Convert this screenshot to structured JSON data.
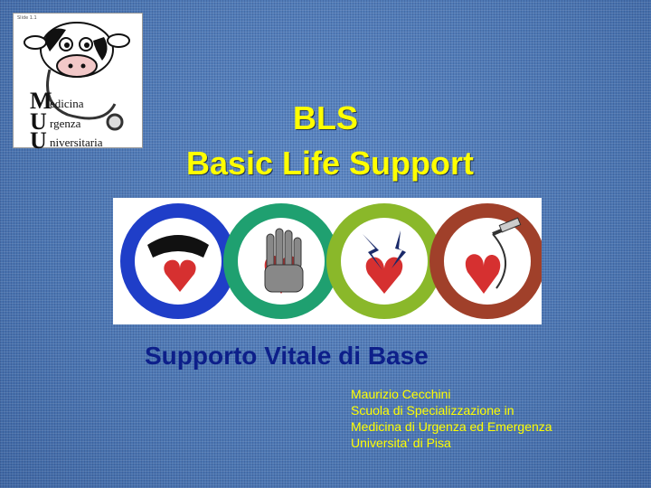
{
  "logo": {
    "tiny_text": "Slide 1.1",
    "letters": [
      "M",
      "U",
      "U"
    ],
    "words": [
      "edicina",
      "rgenza",
      "niversitaria"
    ]
  },
  "title": {
    "line1": "BLS",
    "line2": "Basic Life Support"
  },
  "chain_of_survival": {
    "icons": [
      "telephone-heart-icon",
      "hand-heart-icon",
      "lightning-heart-icon",
      "syringe-heart-icon"
    ],
    "ring_colors": [
      "#1f3ec8",
      "#1fa070",
      "#8ab82a",
      "#a0402a"
    ]
  },
  "subtitle": "Supporto Vitale di Base",
  "author": {
    "name": "Maurizio Cecchini",
    "line2": "Scuola di Specializzazione  in",
    "line3": "Medicina di Urgenza ed Emergenza",
    "line4": "Universita' di Pisa"
  },
  "colors": {
    "title": "#ffff00",
    "subtitle": "#0d1f8a",
    "background": "#4f7bb8"
  }
}
